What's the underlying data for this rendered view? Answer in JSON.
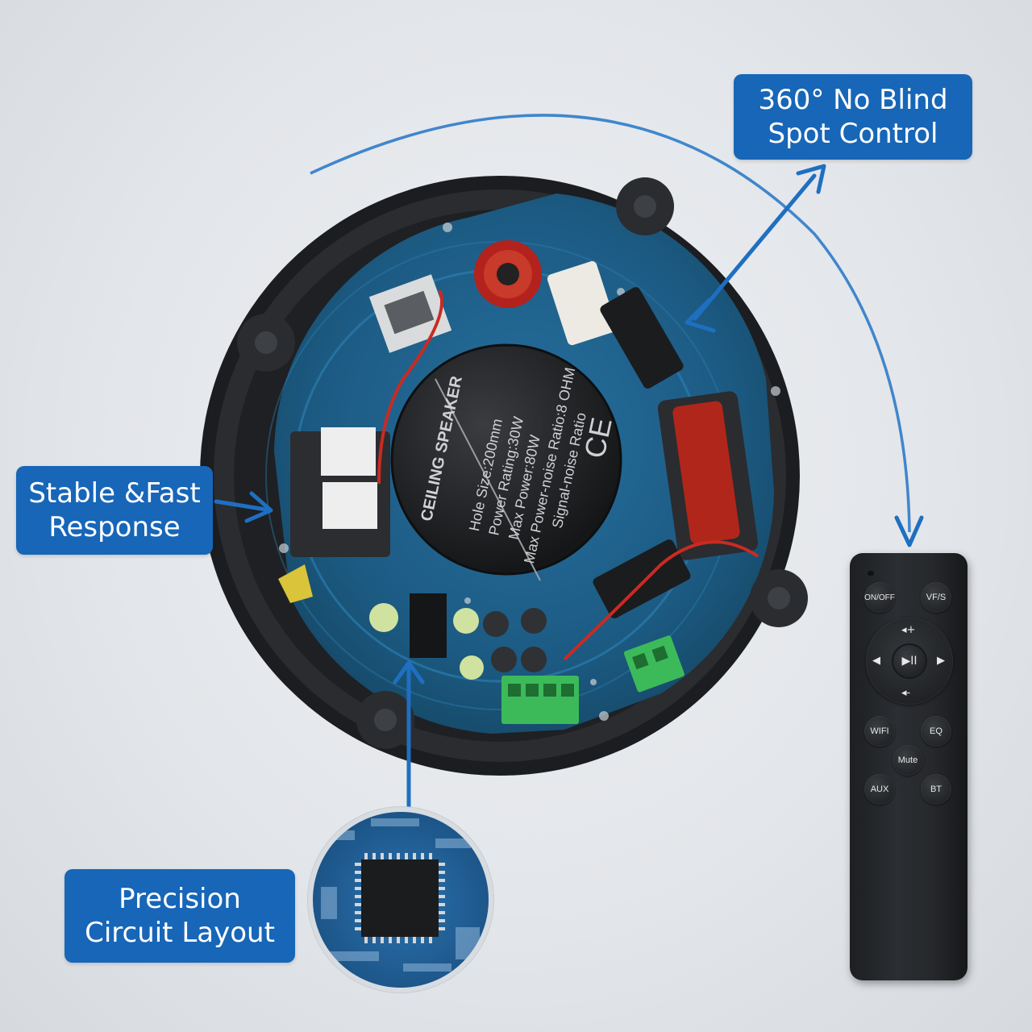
{
  "callouts": {
    "blind_spot": [
      "360° No Blind",
      "Spot Control"
    ],
    "response": [
      "Stable &Fast",
      "Response"
    ],
    "circuit": [
      "Precision",
      "Circuit Layout"
    ]
  },
  "speaker_label": {
    "brand": "CEILING SPEAKER",
    "hole_size": "Hole Size:200mm",
    "power_rating": "Power Rating:30W",
    "max_power": "Max Power:80W",
    "snr": "Max Power-noise Ratio:8 OHM",
    "signal": "Signal-noise Ratio",
    "ce_mark": "CE"
  },
  "remote": {
    "on_off": "ON/OFF",
    "vfs": "VF/S",
    "vol_up": "◂+",
    "vol_down": "◂-",
    "play_pause": "▶II",
    "left": "◀",
    "right": "▶",
    "wifi": "WIFI",
    "eq": "EQ",
    "mute": "Mute",
    "aux": "AUX",
    "bt": "BT"
  },
  "colors": {
    "callout_bg": "#1766b8",
    "arrow": "#1f6fc1",
    "pcb": "#1f5f86",
    "enclosure": "#202225"
  }
}
